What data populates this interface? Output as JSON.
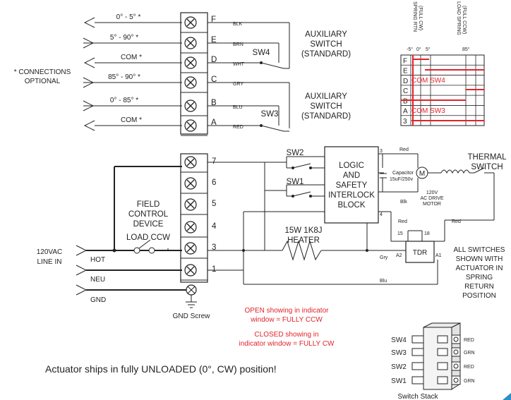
{
  "terminals_top": [
    {
      "letter": "F",
      "wire": "BLK",
      "range": "0° - 5° *"
    },
    {
      "letter": "E",
      "wire": "BRN",
      "range": "5° - 90° *"
    },
    {
      "letter": "D",
      "wire": "WHT",
      "range": "COM *"
    },
    {
      "letter": "C",
      "wire": "GRY",
      "range": "85° - 90° *"
    },
    {
      "letter": "B",
      "wire": "BLU",
      "range": "0° - 85° *"
    },
    {
      "letter": "A",
      "wire": "RED",
      "range": "COM *"
    }
  ],
  "terminals_bottom": [
    "7",
    "6",
    "5",
    "4",
    "3",
    "1"
  ],
  "connections_note": [
    "* CONNECTIONS",
    "OPTIONAL"
  ],
  "aux_switch_label": [
    "AUXILIARY",
    "SWITCH",
    "(STANDARD)"
  ],
  "sw4": "SW4",
  "sw3": "SW3",
  "sw2": "SW2",
  "sw1": "SW1",
  "timing": {
    "header_left": [
      "SPRING RTN",
      "(FULL CW)"
    ],
    "header_right": [
      "LOAD SPRING",
      "(FULL CCW)"
    ],
    "scale": [
      "-5°",
      "0°",
      "5°",
      "85°"
    ],
    "rows": [
      "F",
      "E",
      "D",
      "C",
      "B",
      "A",
      "3"
    ],
    "com_sw4": "COM SW4",
    "com_sw3": "COM SW3"
  },
  "logic_block": [
    "LOGIC",
    "AND",
    "SAFETY",
    "INTERLOCK",
    "BLOCK"
  ],
  "logic_pins": {
    "p3": "3",
    "p4": "4"
  },
  "wire_labels": {
    "red1": "Red",
    "blk": "Blk",
    "red2": "Red",
    "red3": "Red",
    "gry": "Gry",
    "blu": "Blu"
  },
  "capacitor": [
    "Capacitor",
    "15uF/250v"
  ],
  "motor_symbol": "M",
  "motor": [
    "120V",
    "AC DRIVE",
    "MOTOR"
  ],
  "thermal_switch": [
    "THERMAL",
    "SWITCH"
  ],
  "field_device": [
    "FIELD",
    "CONTROL",
    "DEVICE",
    "LOAD CCW"
  ],
  "heater": [
    "15W 1K8J",
    "HEATER"
  ],
  "tdr": {
    "label": "TDR",
    "p15": "15",
    "p18": "18",
    "a1": "A1",
    "a2": "A2"
  },
  "line_in": [
    "120VAC",
    "LINE IN"
  ],
  "hot": "HOT",
  "neu": "NEU",
  "gnd": "GND",
  "gnd_screw": "GND Screw",
  "all_switches": [
    "ALL SWITCHES",
    "SHOWN WITH",
    "ACTUATOR IN",
    "SPRING",
    "RETURN",
    "POSITION"
  ],
  "open_note": [
    "OPEN showing in indicator",
    "window = FULLY CCW"
  ],
  "closed_note": [
    "CLOSED showing in",
    "indicator window = FULLY CW"
  ],
  "ships_note": "Actuator ships in fully UNLOADED (0°, CW) position!",
  "switch_stack": {
    "title": "Switch Stack",
    "items": [
      {
        "name": "SW4",
        "color": "RED"
      },
      {
        "name": "SW3",
        "color": "GRN"
      },
      {
        "name": "SW2",
        "color": "RED"
      },
      {
        "name": "SW1",
        "color": "GRN"
      }
    ]
  },
  "colors": {
    "red": "#e0242a",
    "line": "#222222"
  }
}
